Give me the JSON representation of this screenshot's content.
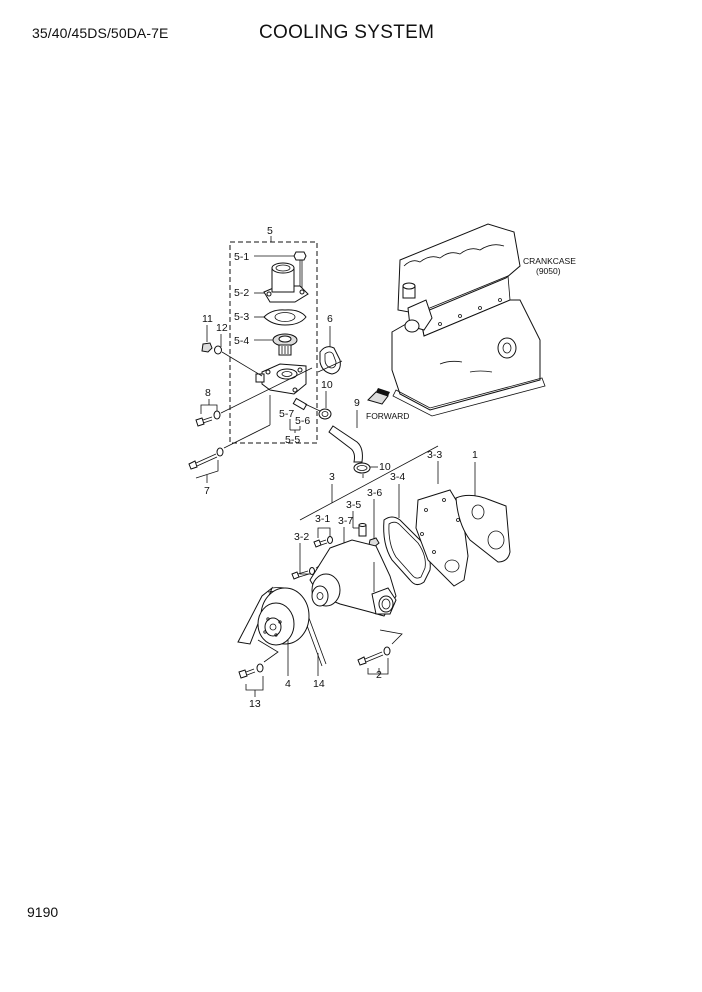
{
  "header": {
    "model": "35/40/45DS/50DA-7E",
    "title": "COOLING SYSTEM"
  },
  "footer": {
    "page_number": "9190"
  },
  "diagram": {
    "reference": {
      "name": "CRANKCASE",
      "code": "(9050)"
    },
    "direction_label": "FORWARD",
    "callouts": {
      "p1": "1",
      "p2": "2",
      "p3": "3",
      "p3_1": "3-1",
      "p3_2": "3-2",
      "p3_3": "3-3",
      "p3_4": "3-4",
      "p3_5": "3-5",
      "p3_6": "3-6",
      "p3_7": "3-7",
      "p4": "4",
      "p5": "5",
      "p5_1": "5-1",
      "p5_2": "5-2",
      "p5_3": "5-3",
      "p5_4": "5-4",
      "p5_5": "5-5",
      "p5_6": "5-6",
      "p5_7": "5-7",
      "p6": "6",
      "p7": "7",
      "p8": "8",
      "p9": "9",
      "p10a": "10",
      "p10b": "10",
      "p11": "11",
      "p12": "12",
      "p13": "13",
      "p14": "14"
    }
  }
}
